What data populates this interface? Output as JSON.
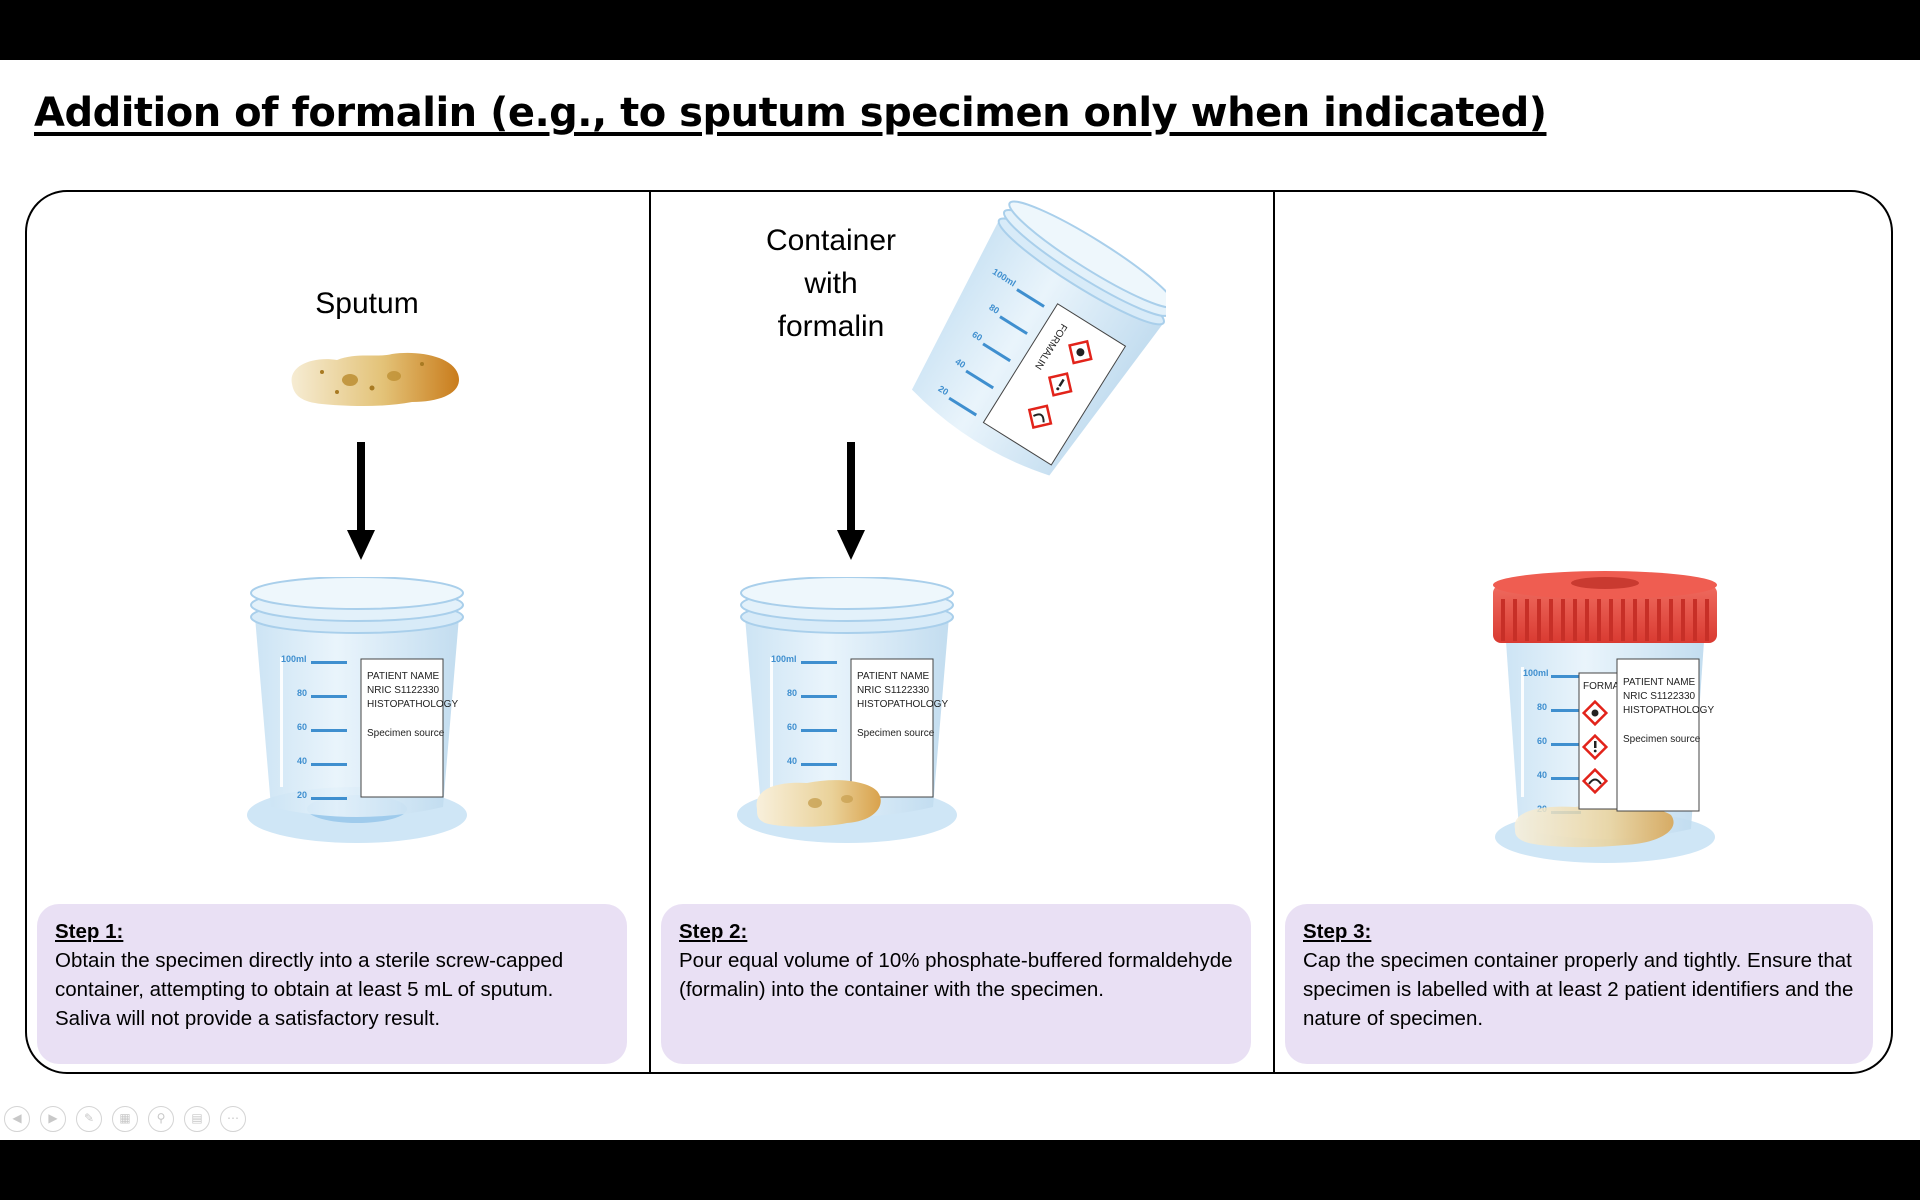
{
  "title": "Addition of formalin (e.g., to sputum specimen only when indicated)",
  "panels": [
    {
      "caption": "Sputum",
      "step_title": "Step 1:",
      "step_text": "Obtain the specimen directly into a sterile screw-capped container, attempting to obtain at least 5 mL of sputum. Saliva will not provide a satisfactory result."
    },
    {
      "caption": "Container with formalin",
      "step_title": "Step 2:",
      "step_text": "Pour equal volume of 10% phosphate-buffered formaldehyde (formalin) into the container with the specimen."
    },
    {
      "caption": "",
      "step_title": "Step 3:",
      "step_text": "Cap the specimen container properly and tightly. Ensure that specimen is labelled with at least 2 patient identifiers and the nature of specimen."
    }
  ],
  "container": {
    "scale_labels": [
      "100ml",
      "80",
      "60",
      "40",
      "20"
    ],
    "label_lines": [
      "PATIENT NAME",
      "NRIC S1122330",
      "HISTOPATHOLOGY",
      "Specimen source"
    ],
    "formalin_label": "FORMALIN"
  },
  "colors": {
    "container": "#cfe6f6",
    "scale": "#3f8fcf",
    "sputum": "#d9a94a",
    "cap": "#e8473f",
    "step_box": "#e9e0f4",
    "hazard": "#e2231a"
  },
  "toolbar": [
    "previous-icon",
    "next-icon",
    "pen-icon",
    "slides-icon",
    "zoom-icon",
    "subtitles-icon",
    "more-icon"
  ]
}
